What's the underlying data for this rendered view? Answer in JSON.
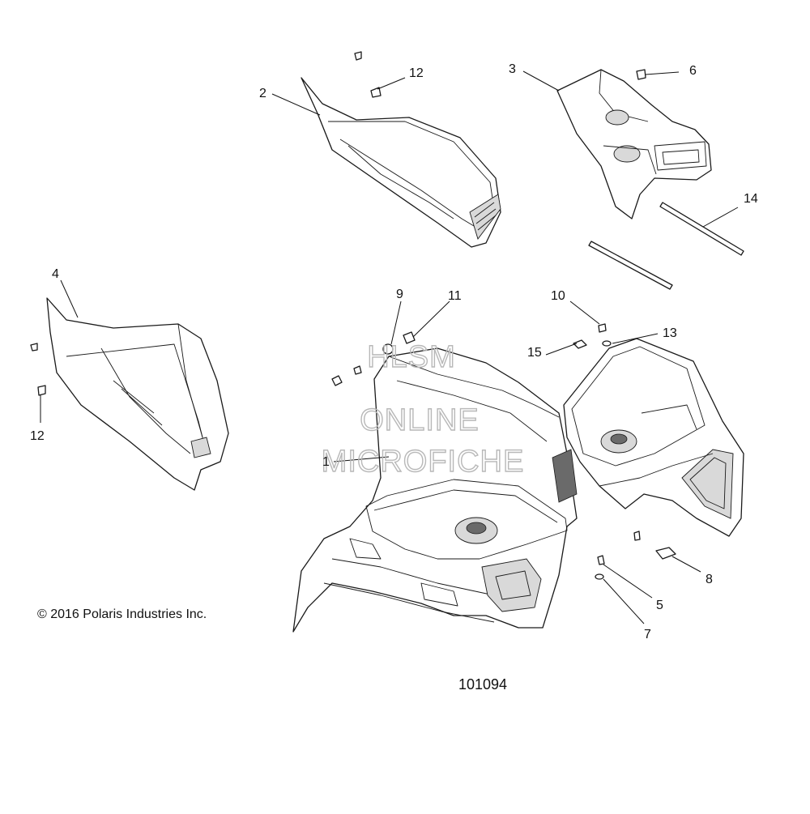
{
  "diagram": {
    "callouts": [
      {
        "id": "c1",
        "label": "1"
      },
      {
        "id": "c2",
        "label": "2"
      },
      {
        "id": "c3",
        "label": "3"
      },
      {
        "id": "c4",
        "label": "4"
      },
      {
        "id": "c5",
        "label": "5"
      },
      {
        "id": "c6",
        "label": "6"
      },
      {
        "id": "c7",
        "label": "7"
      },
      {
        "id": "c8",
        "label": "8"
      },
      {
        "id": "c9",
        "label": "9"
      },
      {
        "id": "c10",
        "label": "10"
      },
      {
        "id": "c11",
        "label": "11"
      },
      {
        "id": "c12a",
        "label": "12"
      },
      {
        "id": "c12b",
        "label": "12"
      },
      {
        "id": "c13",
        "label": "13"
      },
      {
        "id": "c14",
        "label": "14"
      },
      {
        "id": "c15",
        "label": "15"
      }
    ],
    "copyright": "© 2016 Polaris Industries Inc.",
    "figure_id": "101094",
    "watermark": [
      "HLSM",
      "ONLINE",
      "MICROFICHE"
    ]
  }
}
